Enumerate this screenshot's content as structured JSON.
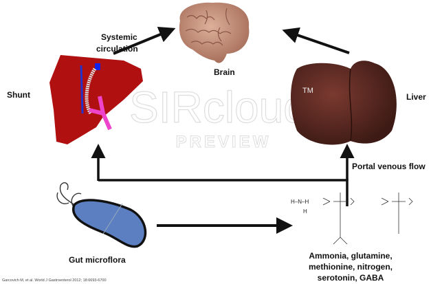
{
  "labels": {
    "systemic_line1": "Systemic",
    "systemic_line2": "circulation",
    "brain": "Brain",
    "shunt": "Shunt",
    "liver": "Liver",
    "portal": "Portal venous flow",
    "gut": "Gut microflora",
    "products_line1": "Ammonia, glutamine,",
    "products_line2": "methionine, nitrogen,",
    "products_line3": "serotonin, GABA",
    "citation": "Garcovich M, et al. World J Gastroenterol 2012; 18:6693-6700"
  },
  "watermark": {
    "main": "SIRcloud",
    "tm": "TM",
    "sub": "PREVIEW"
  },
  "chem": {
    "ammonia": "H–N–H",
    "ammonia_h": "H"
  },
  "colors": {
    "shunt_liver": "#b01010",
    "liver": "#5a2a22",
    "brain": "#c99580",
    "bacterium": "#5b7fc0",
    "stent": "#dddddd",
    "pink": "#ee44cc",
    "blue": "#2233cc"
  }
}
